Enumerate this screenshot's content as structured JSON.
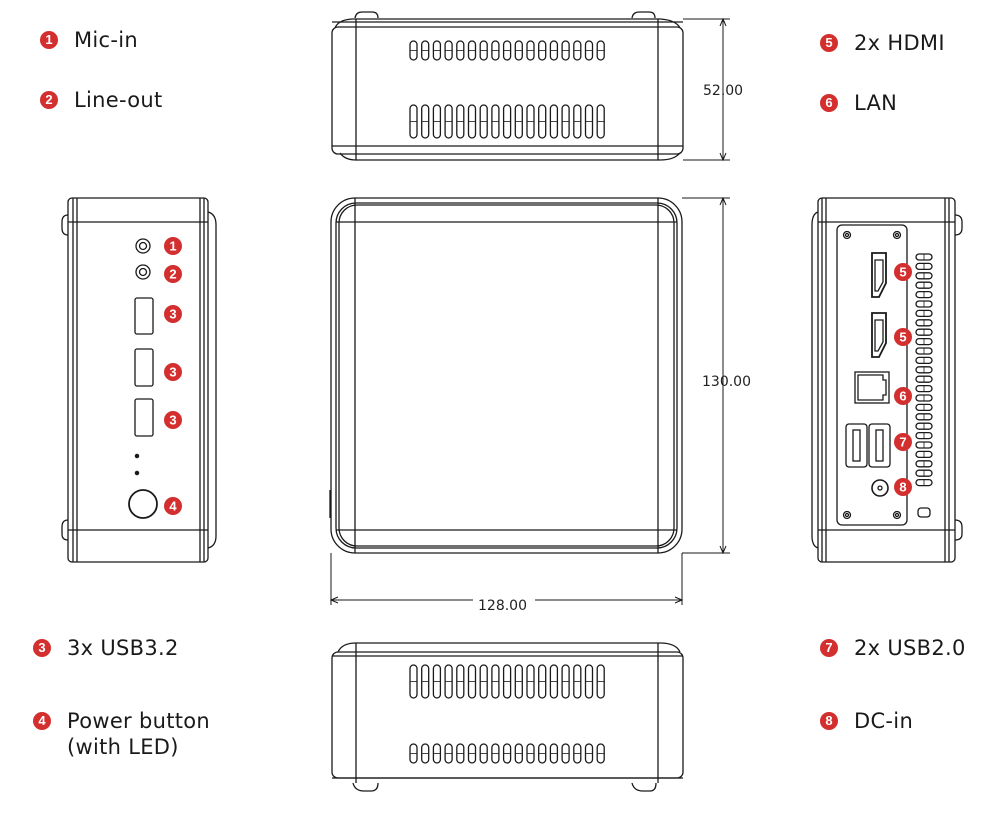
{
  "legend": {
    "left_top": [
      {
        "num": "1",
        "label": "Mic-in"
      },
      {
        "num": "2",
        "label": "Line-out"
      }
    ],
    "right_top": [
      {
        "num": "5",
        "label": "2x HDMI"
      },
      {
        "num": "6",
        "label": "LAN"
      }
    ],
    "left_bottom": [
      {
        "num": "3",
        "label": "3x USB3.2"
      },
      {
        "num": "4",
        "label": "Power button\n(with LED)"
      }
    ],
    "right_bottom": [
      {
        "num": "7",
        "label": "2x USB2.0"
      },
      {
        "num": "8",
        "label": "DC-in"
      }
    ]
  },
  "dimensions": {
    "height": "52.00",
    "depth": "130.00",
    "width": "128.00"
  },
  "callouts": {
    "front": [
      "1",
      "2",
      "3",
      "3",
      "3",
      "4"
    ],
    "rear": [
      "5",
      "5",
      "6",
      "7",
      "8"
    ]
  },
  "colors": {
    "badge": "#d32f2f",
    "line": "#1a1a1a"
  }
}
